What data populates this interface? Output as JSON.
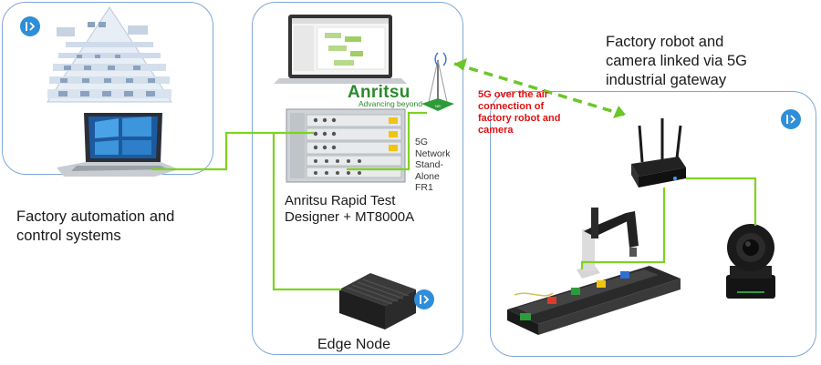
{
  "labels": {
    "factory_automation": [
      "Factory automation and",
      "control systems"
    ],
    "robot_camera": [
      "Factory robot and",
      "camera linked via 5G",
      "industrial gateway"
    ],
    "rapid_test": [
      "Anritsu Rapid Test",
      "Designer + MT8000A"
    ],
    "edge_node": "Edge Node",
    "network_5g": [
      "5G",
      "Network",
      "Stand-",
      "Alone",
      "FR1"
    ],
    "air_connection": [
      "5G over the air",
      "connection of",
      "factory robot and",
      "camera"
    ]
  },
  "logo": {
    "brand": "Anritsu",
    "tagline": "Advancing beyond"
  },
  "icons": {
    "badge": "play-arrow-badge-icon",
    "laptop": "laptop-icon",
    "antenna": "antenna-icon",
    "gateway": "gateway-router-icon",
    "camera": "ptz-camera-icon",
    "robot": "robot-arm-icon",
    "edge_node": "edge-node-box-icon",
    "tester": "mt8000a-tester-icon",
    "pyramid": "automation-pyramid-icon"
  },
  "colors": {
    "panel_border": "#7ea6d8",
    "link_green": "#7ed321",
    "air_link_green": "#6cc62a",
    "badge_blue": "#2f8ed8",
    "air_text_red": "#e01010",
    "brand_green": "#2c8a2c"
  }
}
